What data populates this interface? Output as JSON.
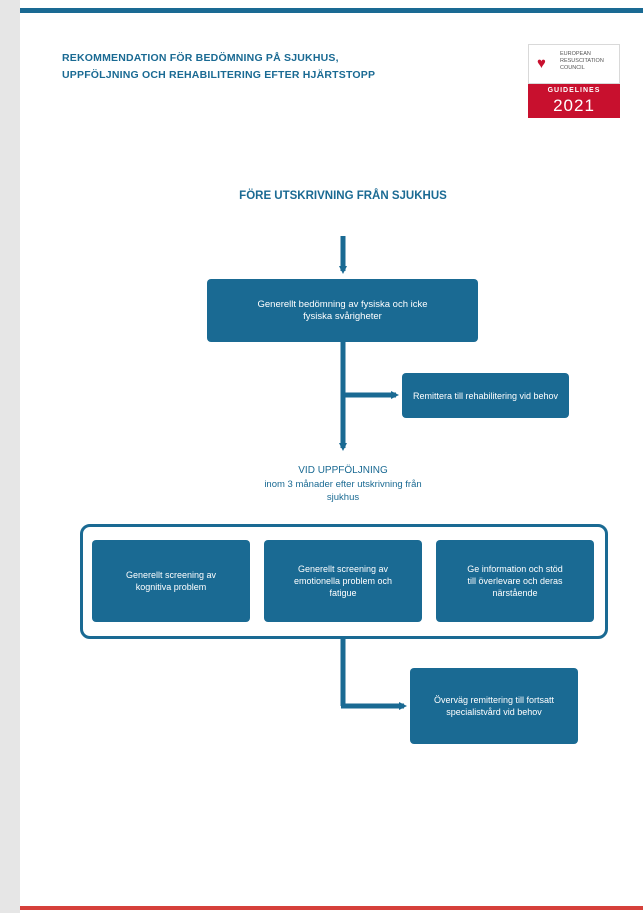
{
  "header": {
    "title": "REKOMMENDATION FÖR BEDÖMNING PÅ SJUKHUS, UPPFÖLJNING OCH REHABILITERING EFTER HJÄRTSTOPP"
  },
  "logo": {
    "organization": "European Resuscitation Council",
    "guidelines": "GUIDELINES",
    "year": "2021"
  },
  "flow": {
    "stage1_title": "FÖRE UTSKRIVNING FRÅN SJUKHUS",
    "box_assessment": "Generellt bedömning av fysiska och icke fysiska svårigheter",
    "box_referral": "Remittera till rehabilitering vid behov",
    "stage2_title": "VID UPPFÖLJNING",
    "stage2_subtitle": "inom 3 månader efter utskrivning från sjukhus",
    "group_boxes": [
      "Generellt screening av kognitiva problem",
      "Generellt screening av emotionella problem och fatigue",
      "Ge information och stöd till överlevare och deras närstående"
    ],
    "box_specialist": "Överväg remittering till fortsatt specialistvård vid behov"
  },
  "colors": {
    "primary": "#1a6a93",
    "accent_red": "#c8102e",
    "bottom_bar": "#d6403a"
  }
}
